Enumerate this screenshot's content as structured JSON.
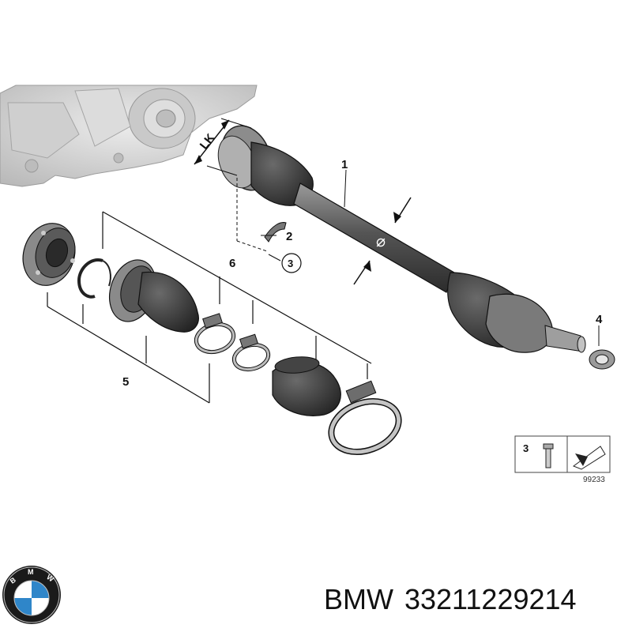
{
  "callouts": {
    "shaft": "1",
    "clip": "2",
    "bolt_circled": "3",
    "nut": "4",
    "inner_kit": "5",
    "clamps_kit": "6"
  },
  "dimensions": {
    "length_symbol": "LK",
    "diameter_symbol": "⌀"
  },
  "inset": {
    "item_number": "3",
    "reference_code": "99233"
  },
  "caption": {
    "brand": "BMW",
    "part_number": "33211229214"
  },
  "logo": {
    "letters": "BMW",
    "colors": {
      "blue": "#2f86c9",
      "ring": "#1a1a1a",
      "white": "#ffffff"
    }
  },
  "colors": {
    "housing": "#d6d6d6",
    "housing_dark": "#b8b8b8",
    "rubber": "#3a3a3a",
    "rubber_light": "#5c5c5c",
    "metal": "#9a9a9a",
    "line": "#222222"
  }
}
